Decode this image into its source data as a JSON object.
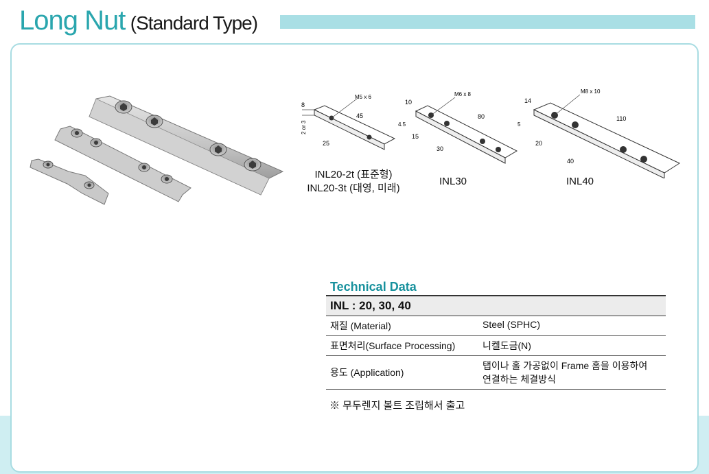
{
  "header": {
    "title": "Long Nut",
    "subtitle": "(Standard Type)"
  },
  "drawings": [
    {
      "name": "INL20",
      "labels": [
        "INL20-2t (표준형)",
        "INL20-3t (대영, 미래)"
      ],
      "dims": {
        "thread": "M5 x 6",
        "length": "45",
        "pitch": "25",
        "width": "8",
        "thickness": "2 or 3"
      }
    },
    {
      "name": "INL30",
      "labels": [
        "INL30"
      ],
      "dims": {
        "thread": "M6 x 8",
        "length": "80",
        "pitch": "30",
        "offset": "15",
        "width": "10",
        "thickness": "4.5"
      }
    },
    {
      "name": "INL40",
      "labels": [
        "INL40"
      ],
      "dims": {
        "thread": "M8 x 10",
        "length": "110",
        "pitch": "40",
        "offset": "20",
        "width": "14",
        "thickness": "5"
      }
    }
  ],
  "technical": {
    "heading": "Technical Data",
    "model": "INL : 20, 30, 40",
    "rows": [
      {
        "key": "재질 (Material)",
        "value": "Steel (SPHC)"
      },
      {
        "key": "표면처리(Surface Processing)",
        "value": "니켈도금(N)"
      },
      {
        "key": "용도 (Application)",
        "value": "탭이나 홀 가공없이 Frame 홈을 이용하여",
        "value2": "연결하는 체결방식"
      }
    ]
  },
  "note": "※ 무두렌지 볼트 조립해서 출고",
  "colors": {
    "accent": "#2aa6ae",
    "bar": "#a9dfe5",
    "band": "#cfeef2",
    "heading": "#17919d"
  }
}
